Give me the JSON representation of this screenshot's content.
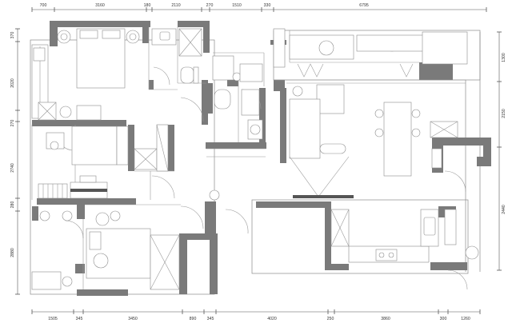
{
  "plan": {
    "top_dimensions": [
      "700",
      "3160",
      "180",
      "2110",
      "270",
      "1510",
      "330",
      "6795"
    ],
    "bottom_dimensions": [
      "1505",
      "345",
      "3450",
      "890",
      "345",
      "4020",
      "250",
      "3860",
      "300",
      "1260"
    ],
    "left_dimensions": [
      "370",
      "2020",
      "270",
      "2740",
      "280",
      "2880"
    ],
    "right_dimensions": [
      "1300",
      "2150",
      "2440"
    ]
  },
  "colors": {
    "wall": "#7a7a7a",
    "line": "#9a9a9a",
    "fixture": "#8c8c8c",
    "background": "#ffffff"
  }
}
